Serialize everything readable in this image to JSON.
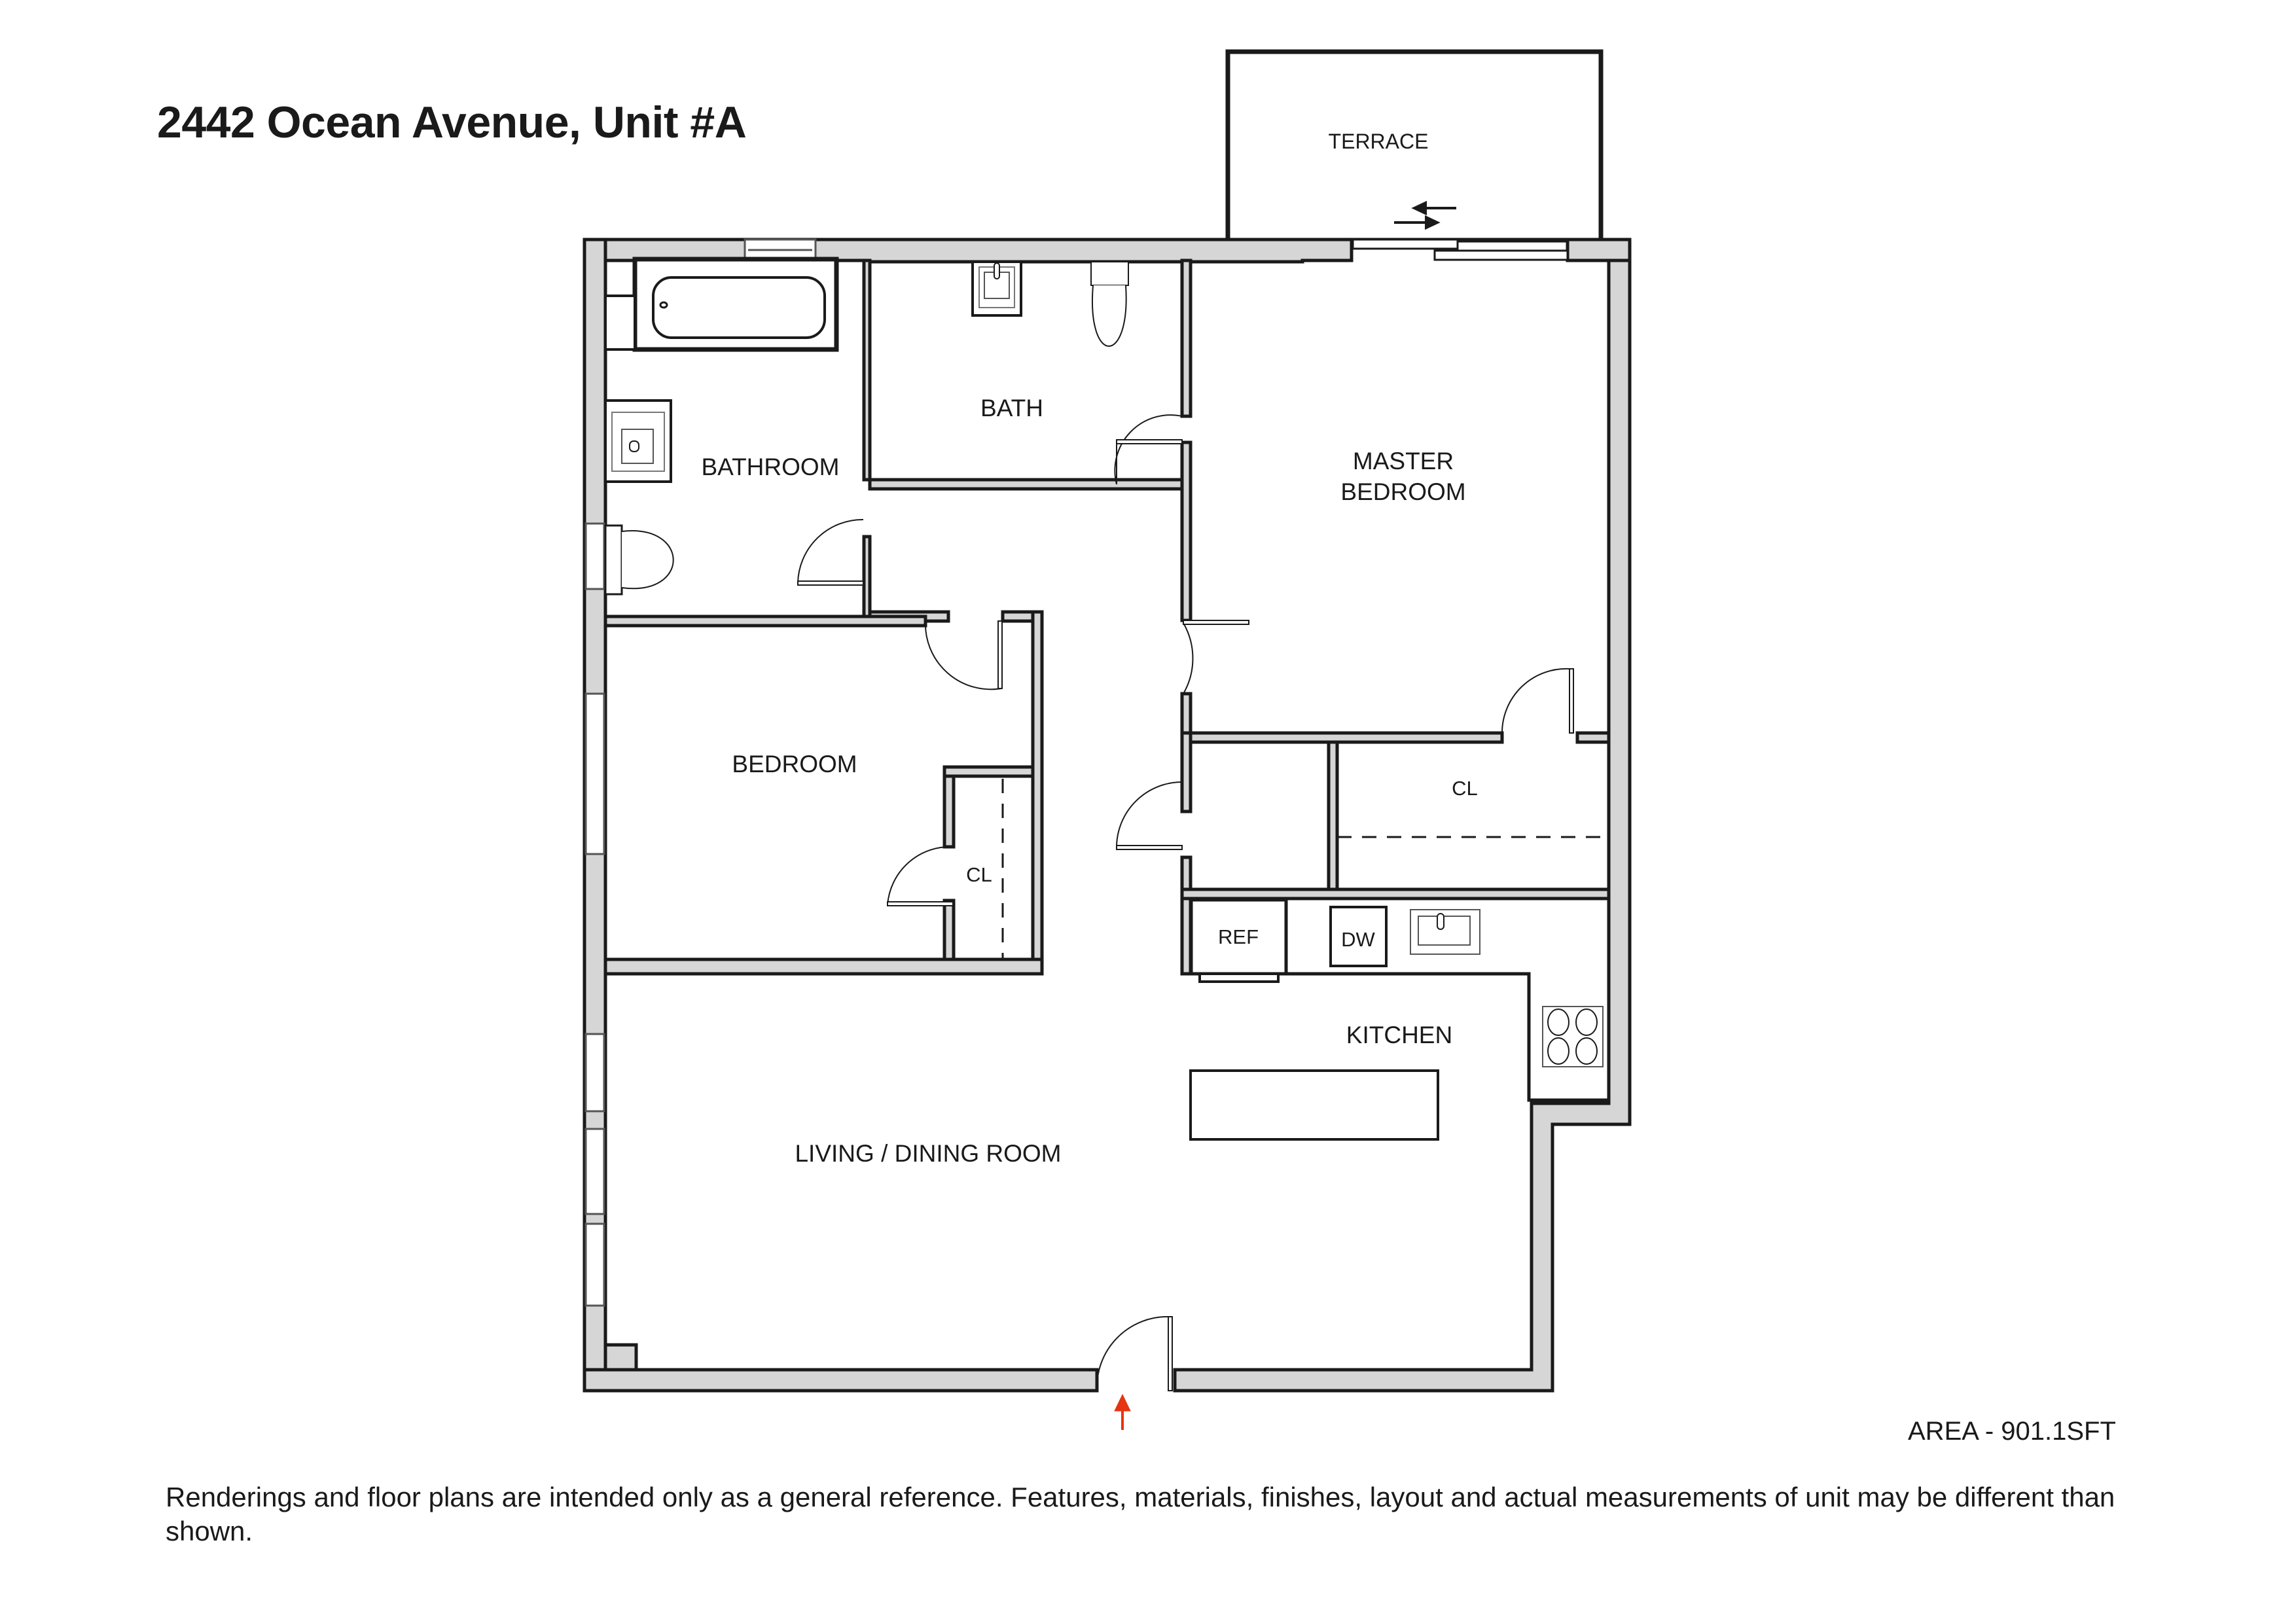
{
  "header": {
    "title": "2442 Ocean Avenue, Unit #A"
  },
  "rooms": {
    "terrace": "TERRACE",
    "bathroom": "BATHROOM",
    "bath": "BATH",
    "master_bedroom_line1": "MASTER",
    "master_bedroom_line2": "BEDROOM",
    "bedroom": "BEDROOM",
    "bedroom_closet": "CL",
    "master_closet": "CL",
    "kitchen": "KITCHEN",
    "living_dining": "LIVING / DINING ROOM"
  },
  "appliances": {
    "refrigerator": "REF",
    "dishwasher": "DW"
  },
  "footer": {
    "area": "AREA - 901.1SFT",
    "disclaimer": "Renderings and floor plans are intended only as a general reference. Features, materials, finishes, layout and actual measurements of unit may be different than shown."
  },
  "colors": {
    "wall_fill": "#d6d6d6",
    "wall_stroke": "#1a1a1a",
    "entry_arrow": "#e63312"
  }
}
